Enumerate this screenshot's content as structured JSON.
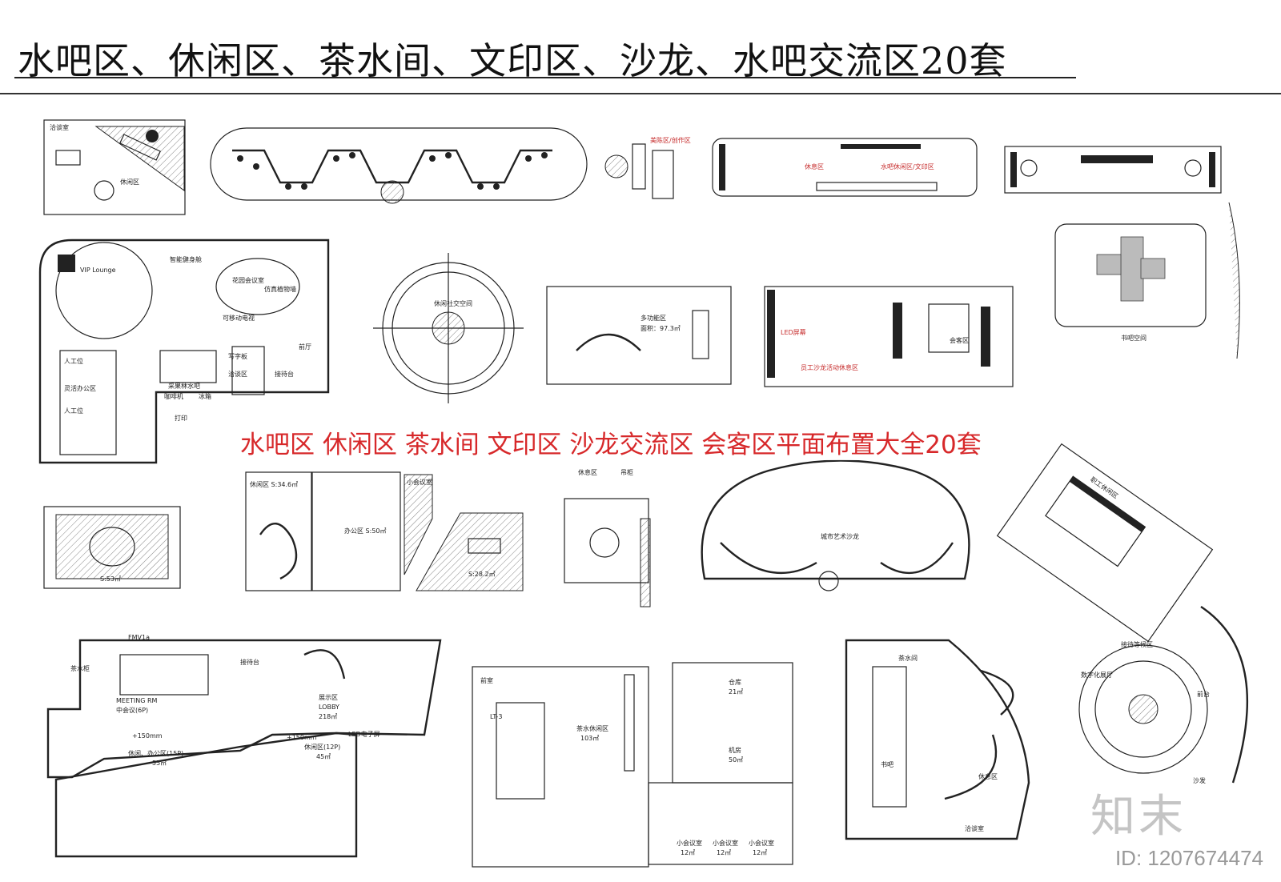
{
  "header": {
    "title": "水吧区、休闲区、茶水间、文印区、沙龙、水吧交流区20套",
    "subtitle": "水吧区 休闲区 茶水间 文印区 沙龙交流区 会客区平面布置大全20套"
  },
  "watermark": {
    "logo": "知末",
    "id_text": "ID: 1207674474"
  },
  "plan_labels": {
    "qiatan": "洽谈室",
    "xiuxian": "休闲区",
    "meichen": "美陈区/创作区",
    "xiuxi": "休息区",
    "shuiba_xiuxian_wenyin": "水吧休闲区/文印区",
    "vip": "VIP Lounge",
    "zhineng": "智能健身舱",
    "huayuan": "花园会议室",
    "fangzhen": "仿真植物墙",
    "kemodong": "可移动电视",
    "xiuxian_shejiao": "休闲社交空间",
    "duogongneng": "多功能区",
    "area_97": "面积：97.3㎡",
    "led": "LED屏幕",
    "yuangong": "员工沙龙活动休息区",
    "huike": "会客区",
    "shuba_kongjian": "书吧空间",
    "renggong1": "人工位",
    "linghuo": "灵活办公区",
    "renggong2": "人工位",
    "xiezi": "写字板",
    "qiatan2": "洽谈区",
    "qiantin": "前厅",
    "jiedai": "接待台",
    "caiguolin": "采果林水吧",
    "kafei": "咖啡机",
    "bingxiang": "冰箱",
    "dayin": "打印",
    "xiuxian_34": "休闲区 S:34.6㎡",
    "bangong": "办公区 S:50㎡",
    "xiaohui": "小会议室",
    "s53": "S:53㎡",
    "s28": "S:28.2㎡",
    "xiuxiqu": "休息区",
    "diaogui": "吊柜",
    "chengshi": "城市艺术沙龙",
    "zhiyuan": "职工休闲区",
    "meeting": "MEETING RM",
    "zhonghui": "中会议(6P)",
    "jiedaitai": "接待台",
    "zhanshi": "展示区",
    "lobby": "LOBBY",
    "area218": "218㎡",
    "xiuxian_bangong": "休闲、办公区(15P)",
    "area55": "55㎡",
    "xiuxian12": "休闲区(12P)",
    "area45": "45㎡",
    "plus150a": "+150mm",
    "plus150b": "+150mm",
    "chashui": "茶水柜",
    "fmv": "FMV1a",
    "ledscreen": "LED电子屏",
    "qiantai": "前室",
    "lt3": "LT-3",
    "chashui_xiuxian": "茶水休闲区",
    "area103": "103㎡",
    "cangku": "仓库",
    "area21": "21㎡",
    "jifang": "机房",
    "area50": "50㎡",
    "xiaohui1": "小会议室",
    "xiaohui2": "小会议室",
    "xiaohui3": "小会议室",
    "area12a": "12㎡",
    "area12b": "12㎡",
    "area12c": "12㎡",
    "chashuijian": "茶水间",
    "shuba": "书吧",
    "xiuxiqu2": "休息区",
    "qiatanshi": "洽谈室",
    "jiedai_deng": "接待等候区",
    "qiantai2": "前台",
    "shuzi": "数字化展厅",
    "shafa": "沙发"
  }
}
